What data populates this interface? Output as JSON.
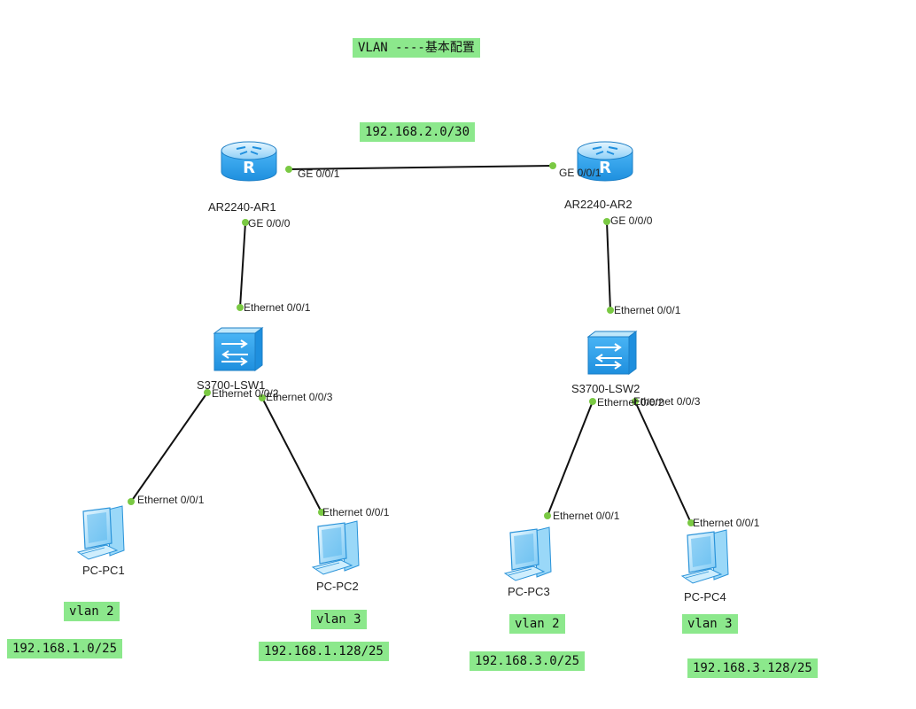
{
  "title": "VLAN ----基本配置",
  "wan_subnet": "192.168.2.0/30",
  "colors": {
    "tag_bg": "#8ce88c",
    "link": "#111111",
    "port_dot": "#7ac943",
    "device_blue": "#35a6f0",
    "device_light": "#bde6fb"
  },
  "devices": {
    "ar1": {
      "name": "AR2240-AR1",
      "icon": "router-icon"
    },
    "ar2": {
      "name": "AR2240-AR2",
      "icon": "router-icon"
    },
    "lsw1": {
      "name": "S3700-LSW1",
      "icon": "switch-icon"
    },
    "lsw2": {
      "name": "S3700-LSW2",
      "icon": "switch-icon"
    },
    "pc1": {
      "name": "PC-PC1",
      "icon": "pc-icon",
      "vlan": "vlan 2",
      "subnet": "192.168.1.0/25"
    },
    "pc2": {
      "name": "PC-PC2",
      "icon": "pc-icon",
      "vlan": "vlan 3",
      "subnet": "192.168.1.128/25"
    },
    "pc3": {
      "name": "PC-PC3",
      "icon": "pc-icon",
      "vlan": "vlan 2",
      "subnet": "192.168.3.0/25"
    },
    "pc4": {
      "name": "PC-PC4",
      "icon": "pc-icon",
      "vlan": "vlan 3",
      "subnet": "192.168.3.128/25"
    }
  },
  "ports": {
    "ar1_ge001": "GE 0/0/1",
    "ar2_ge001": "GE 0/0/1",
    "ar1_ge000": "GE 0/0/0",
    "ar2_ge000": "GE 0/0/0",
    "lsw1_e001": "Ethernet 0/0/1",
    "lsw2_e001": "Ethernet 0/0/1",
    "lsw1_e002": "Ethernet 0/0/2",
    "lsw1_e003": "Ethernet 0/0/3",
    "lsw2_e002": "Ethernet 0/0/2",
    "lsw2_e003": "Ethernet 0/0/3",
    "pc1_e001": "Ethernet 0/0/1",
    "pc2_e001": "Ethernet 0/0/1",
    "pc3_e001": "Ethernet 0/0/1",
    "pc4_e001": "Ethernet 0/0/1"
  }
}
